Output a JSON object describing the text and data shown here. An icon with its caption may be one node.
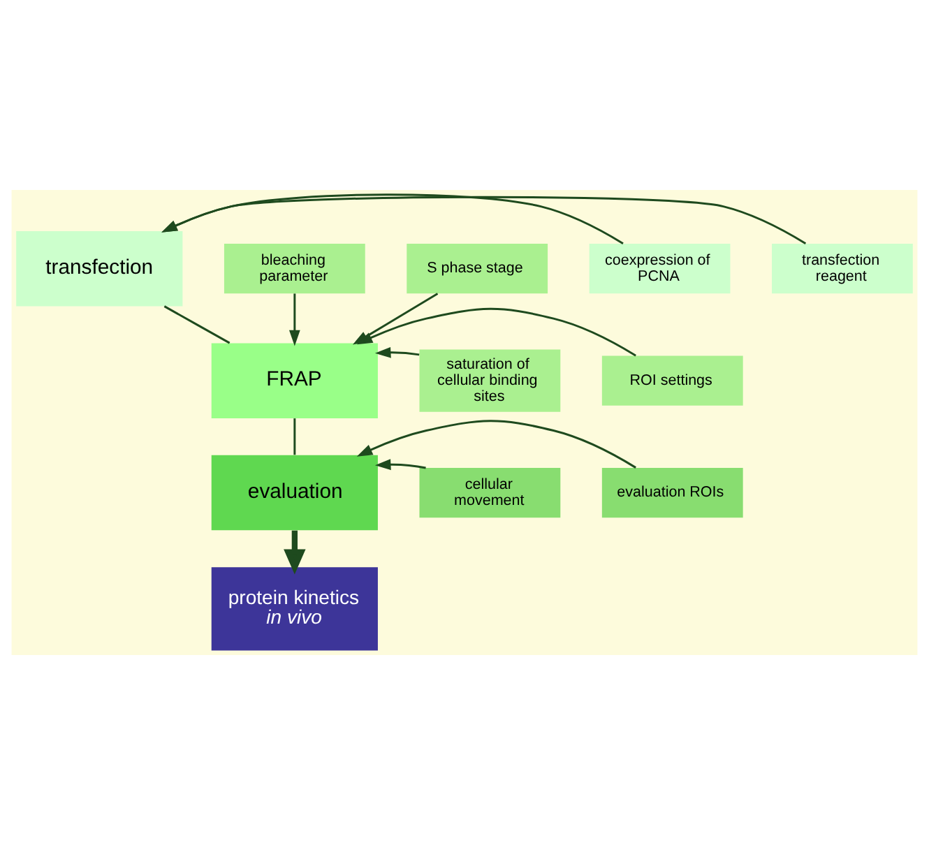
{
  "diagram": {
    "nodes": [
      {
        "text": [
          "transfection"
        ]
      },
      {
        "text": [
          "transfection reagent"
        ]
      },
      {
        "text": [
          "coexpression of PCNA"
        ]
      },
      {
        "text": [
          "FRAP"
        ]
      },
      {
        "text": [
          "bleaching parameter"
        ]
      },
      {
        "text": [
          "S phase stage"
        ]
      },
      {
        "text": [
          "ROI settings"
        ]
      },
      {
        "text": [
          "saturation of cellular binding sites"
        ]
      },
      {
        "text": [
          "evaluation"
        ]
      },
      {
        "text": [
          "evaluation ROIs"
        ]
      },
      {
        "text": [
          "cellular movement"
        ]
      },
      {
        "text": [
          "protein kinetics *in vivo*"
        ]
      }
    ],
    "edges": [
      {
        "from": 1,
        "to": 0,
        "arrow": "to"
      },
      {
        "from": 2,
        "to": 0,
        "arrow": "to"
      },
      {
        "from": 0,
        "to": 3,
        "arrow": "none"
      },
      {
        "from": 4,
        "to": 3,
        "arrow": "to"
      },
      {
        "from": 5,
        "to": 3,
        "arrow": "to"
      },
      {
        "from": 6,
        "to": 3,
        "arrow": "to"
      },
      {
        "from": 7,
        "to": 3,
        "arrow": "to"
      },
      {
        "from": 3,
        "to": 8,
        "arrow": "none"
      },
      {
        "from": 9,
        "to": 8,
        "arrow": "to"
      },
      {
        "from": 10,
        "to": 8,
        "arrow": "to"
      },
      {
        "from": 8,
        "to": 11,
        "arrow": "to",
        "style": "thick"
      }
    ]
  }
}
